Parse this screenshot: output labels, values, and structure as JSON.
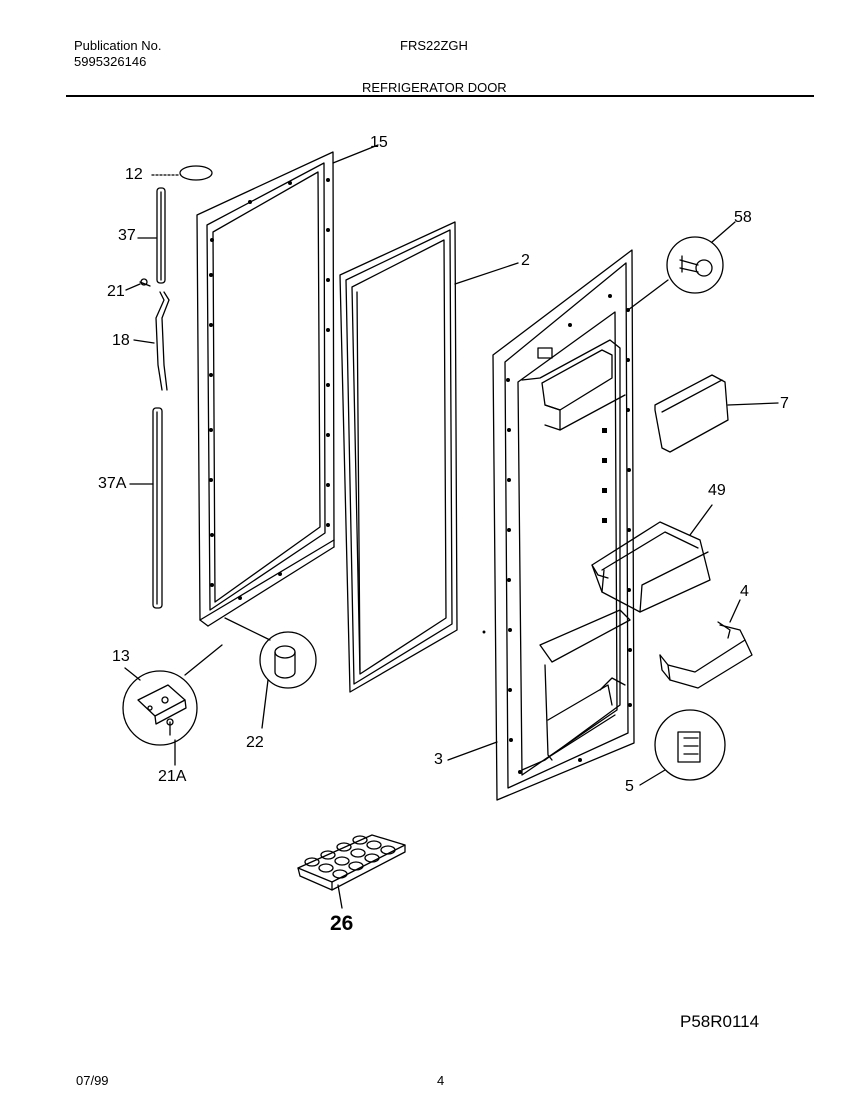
{
  "header": {
    "publication_label": "Publication No.",
    "publication_number": "5995326146",
    "model": "FRS22ZGH",
    "section_title": "REFRIGERATOR DOOR"
  },
  "callouts": {
    "c15": "15",
    "c12": "12",
    "c37": "37",
    "c21": "21",
    "c18": "18",
    "c37a": "37A",
    "c2": "2",
    "c58": "58",
    "c7": "7",
    "c49": "49",
    "c4": "4",
    "c5": "5",
    "c3": "3",
    "c13": "13",
    "c21a": "21A",
    "c22": "22",
    "c26": "26"
  },
  "footer": {
    "diagram_code": "P58R0114",
    "date": "07/99",
    "page": "4"
  }
}
